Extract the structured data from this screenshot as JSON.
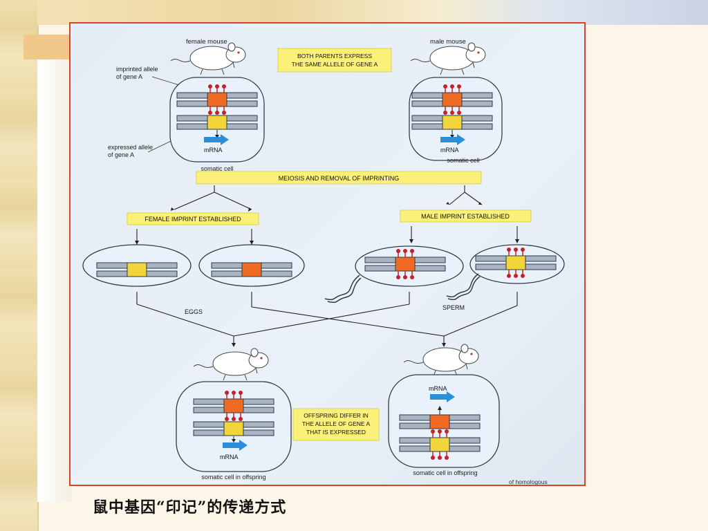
{
  "caption": "鼠中基因“印记”的传递方式",
  "figure": {
    "female_mouse_label": "female mouse",
    "male_mouse_label": "male mouse",
    "both_parents_box": [
      "BOTH PARENTS EXPRESS",
      "THE SAME ALLELE OF GENE A"
    ],
    "imprinted_allele_label": [
      "imprinted allele",
      "of gene A"
    ],
    "expressed_allele_label": [
      "expressed allele",
      "of gene A"
    ],
    "mrna_label": "mRNA",
    "somatic_cell_label": "somatic cell",
    "meiosis_box": "MEIOSIS AND REMOVAL OF IMPRINTING",
    "female_imprint_box": "FEMALE IMPRINT ESTABLISHED",
    "male_imprint_box": "MALE IMPRINT ESTABLISHED",
    "eggs_label": "EGGS",
    "sperm_label": "SPERM",
    "offspring_box": [
      "OFFSPRING DIFFER IN",
      "THE ALLELE OF GENE A",
      "THAT IS EXPRESSED"
    ],
    "offspring_somatic_label": "somatic cell in offspring",
    "partial_text": "of homologous"
  },
  "colors": {
    "frame_border": "#d8432a",
    "label_box": "#fbf07a",
    "imprinted_allele": "#ef6a23",
    "expressed_allele": "#f2d53a",
    "methyl_mark": "#c4202a",
    "mrna_arrow": "#2a8fd8",
    "chromosome": "#a9b4c2"
  }
}
